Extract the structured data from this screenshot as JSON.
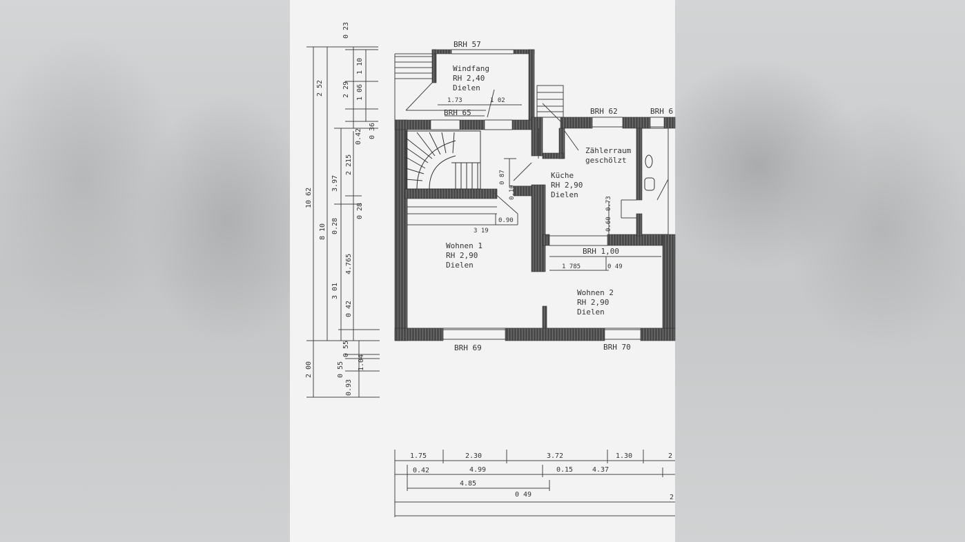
{
  "rooms": {
    "windfang": {
      "name": "Windfang",
      "height": "RH 2,40",
      "floor": "Dielen"
    },
    "zaehlerraum": {
      "line1": "Zählerraum",
      "line2": "geschölzt"
    },
    "kueche": {
      "name": "Küche",
      "height": "RH 2,90",
      "floor": "Dielen"
    },
    "wohnen1": {
      "name": "Wohnen 1",
      "height": "RH 2,90",
      "floor": "Dielen"
    },
    "wohnen2": {
      "name": "Wohnen 2",
      "height": "RH 2,90",
      "floor": "Dielen"
    }
  },
  "windows": {
    "brh57": "BRH 57",
    "brh65": "BRH 65",
    "brh62": "BRH 62",
    "brh6x": "BRH 6",
    "brh100": "BRH 1,00",
    "brh69": "BRH 69",
    "brh70": "BRH 70"
  },
  "inner_dims": {
    "d173": "1.73",
    "d102": "1 02",
    "d087": "0 87",
    "d010": "0.10",
    "d090": "0.90",
    "d319": "3 19",
    "d060": "0.60",
    "d073": "0.73",
    "d1785": "1 785",
    "d049": "0 49"
  },
  "left_dims": {
    "d023": "0 23",
    "d110": "1 10",
    "d106": "1 06",
    "d229": "2 29",
    "d252": "2 52",
    "d036": "0 36",
    "d042a": "0.42",
    "d2215": "2 215",
    "d397": "3.97",
    "d028a": "0 28",
    "d1062": "10 62",
    "d810": "8 10",
    "d028b": "0.28",
    "d4765": "4.765",
    "d301": "3 01",
    "d042b": "0 42",
    "d055a": "0 55",
    "d055b": "0 55",
    "d104": "1.04",
    "d200": "2 00",
    "d093": "0.93"
  },
  "bottom_dims": {
    "d175": "1.75",
    "d230": "2.30",
    "d372": "3.72",
    "d130": "1.30",
    "d2a": "2",
    "d042": "0.42",
    "d499": "4.99",
    "d015": "0.15",
    "d437": "4.37",
    "d485": "4.85",
    "d049": "0 49",
    "d2b": "2"
  }
}
